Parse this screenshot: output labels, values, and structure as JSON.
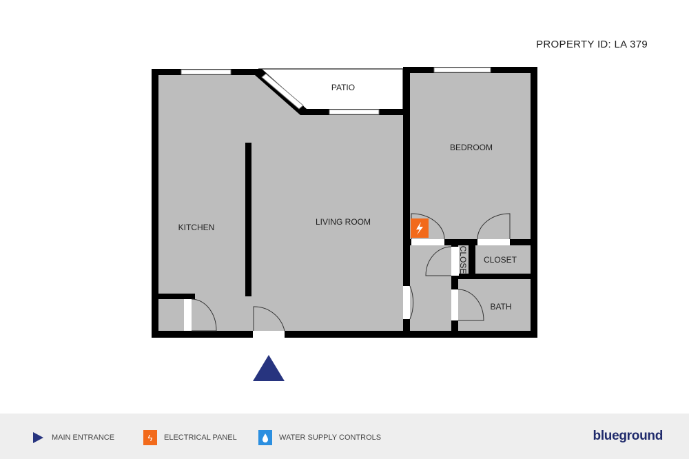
{
  "property_id": "PROPERTY ID: LA 379",
  "rooms": {
    "patio": "PATIO",
    "bedroom": "BEDROOM",
    "kitchen": "KITCHEN",
    "living_room": "LIVING ROOM",
    "closet_small": "CLOSE",
    "closet": "CLOSET",
    "bath": "BATH"
  },
  "legend": [
    {
      "label": "MAIN ENTRANCE",
      "icon": "triangle-right-icon",
      "color": "#27347f"
    },
    {
      "label": "ELECTRICAL PANEL",
      "icon": "lightning-icon",
      "color": "#f26a1b"
    },
    {
      "label": "WATER SUPPLY CONTROLS",
      "icon": "water-drop-icon",
      "color": "#2b8fe0"
    }
  ],
  "brand": "blueground"
}
